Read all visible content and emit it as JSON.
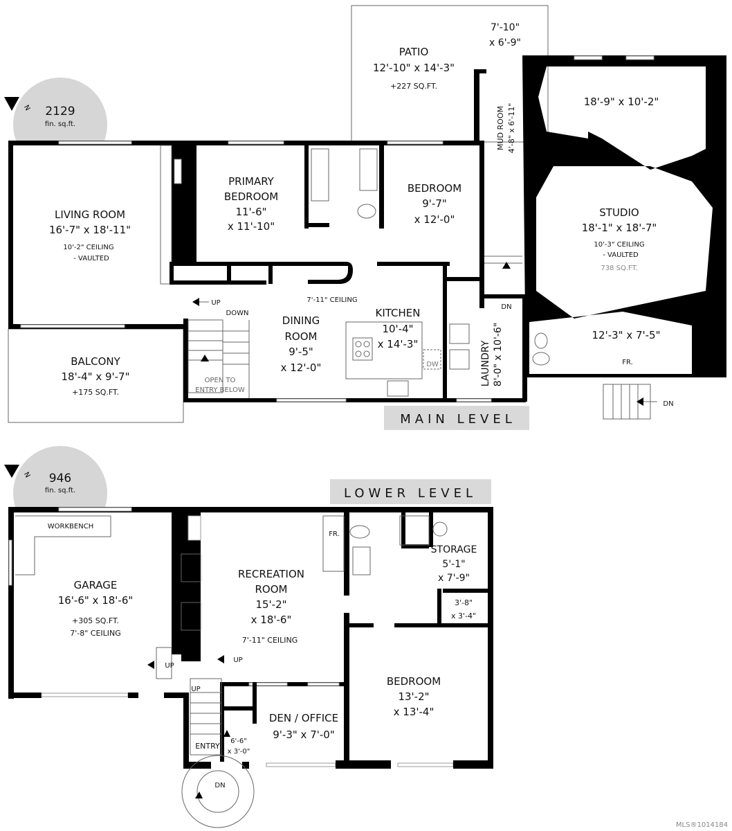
{
  "colors": {
    "wall": "#000000",
    "badge": "#d6d6d6",
    "level_banner": "#d9d9d9",
    "muted_text": "#888888"
  },
  "main_level": {
    "banner": "MAIN LEVEL",
    "area": {
      "value": "2129",
      "unit": "fin. sq.ft.",
      "icon": "north-arrow-icon"
    },
    "rooms": {
      "patio": {
        "name": "PATIO",
        "size": "12'-10\" x 14'-3\"",
        "note": "+227 SQ.FT."
      },
      "patio_nook": {
        "size_line1": "7'-10\"",
        "size_line2": "x 6'-9\""
      },
      "mud_room": {
        "name": "MUD ROOM",
        "size": "4'-8\" x 6'-11\""
      },
      "studio_upper": {
        "size": "18'-9\" x 10'-2\""
      },
      "living_room": {
        "name": "LIVING ROOM",
        "size": "16'-7\" x 18'-11\"",
        "ceiling": "10'-2\" CEILING",
        "ceiling_note": "- VAULTED"
      },
      "primary_bedroom": {
        "name_line1": "PRIMARY",
        "name_line2": "BEDROOM",
        "size_line1": "11'-6\"",
        "size_line2": "x 11'-10\""
      },
      "bedroom": {
        "name": "BEDROOM",
        "size_line1": "9'-7\"",
        "size_line2": "x 12'-0\""
      },
      "studio": {
        "name": "STUDIO",
        "size": "18'-1\" x 18'-7\"",
        "ceiling": "10'-3\" CEILING",
        "ceiling_note": "- VAULTED",
        "area": "738 SQ.FT."
      },
      "hall_ceiling": "7'-11\" CEILING",
      "dining_room": {
        "name_line1": "DINING",
        "name_line2": "ROOM",
        "size_line1": "9'-5\"",
        "size_line2": "x 12'-0\""
      },
      "kitchen": {
        "name": "KITCHEN",
        "size_line1": "10'-4\"",
        "size_line2": "x 14'-3\"",
        "appliance": "DW"
      },
      "laundry": {
        "name": "LAUNDRY",
        "size": "8'-0\" x 10'-6\""
      },
      "studio_lower": {
        "size": "12'-3\" x 7'-5\"",
        "appliance": "FR."
      },
      "balcony": {
        "name": "BALCONY",
        "size": "18'-4\" x 9'-7\"",
        "note": "+175 SQ.FT."
      },
      "stair": {
        "up": "UP",
        "down": "DOWN",
        "open_line1": "OPEN TO",
        "open_line2": "ENTRY BELOW"
      },
      "dn_mud": "DN",
      "dn_exterior": "DN"
    }
  },
  "lower_level": {
    "banner": "LOWER LEVEL",
    "area": {
      "value": "946",
      "unit": "fin. sq.ft.",
      "icon": "north-arrow-icon"
    },
    "rooms": {
      "garage": {
        "workbench": "WORKBENCH",
        "name": "GARAGE",
        "size": "16'-6\" x 18'-6\"",
        "note": "+305 SQ.FT.",
        "ceiling": "7'-8\" CEILING"
      },
      "recreation_room": {
        "name_line1": "RECREATION",
        "name_line2": "ROOM",
        "size_line1": "15'-2\"",
        "size_line2": "x 18'-6\"",
        "ceiling": "7'-11\" CEILING",
        "appliance": "FR."
      },
      "storage": {
        "name": "STORAGE",
        "size_line1": "5'-1\"",
        "size_line2": "x 7'-9\""
      },
      "closet": {
        "size_line1": "3'-8\"",
        "size_line2": "x 3'-4\""
      },
      "bedroom": {
        "name": "BEDROOM",
        "size_line1": "13'-2\"",
        "size_line2": "x 13'-4\""
      },
      "den": {
        "name": "DEN / OFFICE",
        "size": "9'-3\" x 7'-0\""
      },
      "entry": {
        "name": "ENTRY",
        "size_line1": "6'-6\"",
        "size_line2": "x 3'-0\""
      },
      "up_garage": "UP",
      "up_rec": "UP",
      "up_stair": "UP",
      "dn_entry": "DN"
    }
  },
  "footer": {
    "mls": "MLS®1014184"
  }
}
